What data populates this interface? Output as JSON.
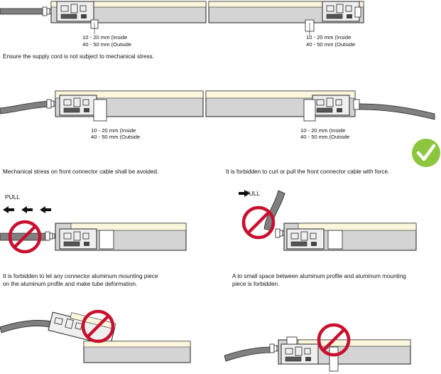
{
  "dimensions": {
    "inside": "10 - 20 mm (Inside",
    "outside": "40 - 50 mm (Outside"
  },
  "notes": {
    "supply_cord": "Ensure the supply cord is not subject to mechanical stress.",
    "front_cable_stress": "Mechanical stress on front connector cable shall be avoided.",
    "curl_pull_forbidden": "It is forbidden to curl or pull the front connector cable with force.",
    "mounting_piece_line1": "It is forbidden to let any connector aluminum mounting piece",
    "mounting_piece_line2": "on the aluminum profile and make tube deformation.",
    "small_space_line1": "A to small space between aluminum profile and aluminum mounting",
    "small_space_line2": "piece is forbidden."
  },
  "labels": {
    "pull_left": "PULL",
    "pull_right": "PULL"
  },
  "icons": {
    "approved": "check-circle-icon",
    "prohibited": "prohibited-icon",
    "arrow": "arrow-icon"
  },
  "colors": {
    "check_green": "#8cc63f",
    "prohibit_red": "#c8102e",
    "tube_fill": "#fbf6dc",
    "profile_fill": "#d4d4d4",
    "cable_fill": "#808080"
  }
}
